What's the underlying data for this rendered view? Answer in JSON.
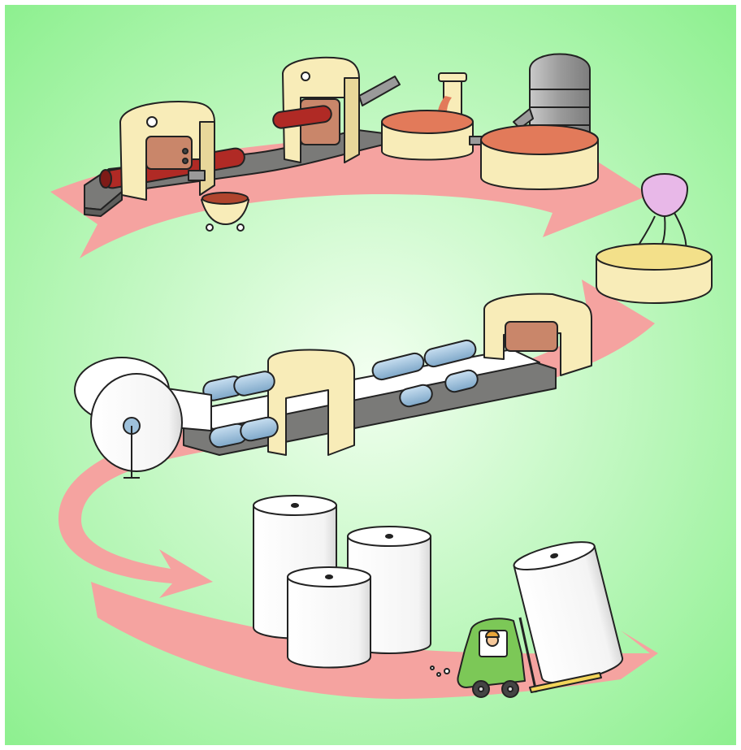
{
  "diagram": {
    "kind": "paper-production-process-illustration",
    "text_labels": [],
    "palette": {
      "background_center": "#f2fff0",
      "background_edge": "#8ef090",
      "arrow": "#f5a3a0",
      "machine_body": "#f8ecb8",
      "machine_dark": "#7a7a78",
      "log": "#b02a25",
      "pulp": "#e27a5a",
      "roller": "#9ec1db",
      "paper": "#ffffff",
      "silo": "#9a9a9a",
      "mixer_bowl": "#e8b8e8",
      "forklift": "#7cc857",
      "outline": "#222222"
    },
    "stages": [
      {
        "id": "debarking",
        "icon": "log-debarker-machine"
      },
      {
        "id": "chipping",
        "icon": "wood-chip-chute"
      },
      {
        "id": "cooking",
        "icon": "digester-silo"
      },
      {
        "id": "mixing",
        "icon": "pulp-mixer"
      },
      {
        "id": "sheet-forming",
        "icon": "paper-machine"
      },
      {
        "id": "reeling",
        "icon": "paper-reel"
      },
      {
        "id": "storage",
        "icon": "paper-roll-stack"
      },
      {
        "id": "transport",
        "icon": "forklift"
      }
    ]
  }
}
